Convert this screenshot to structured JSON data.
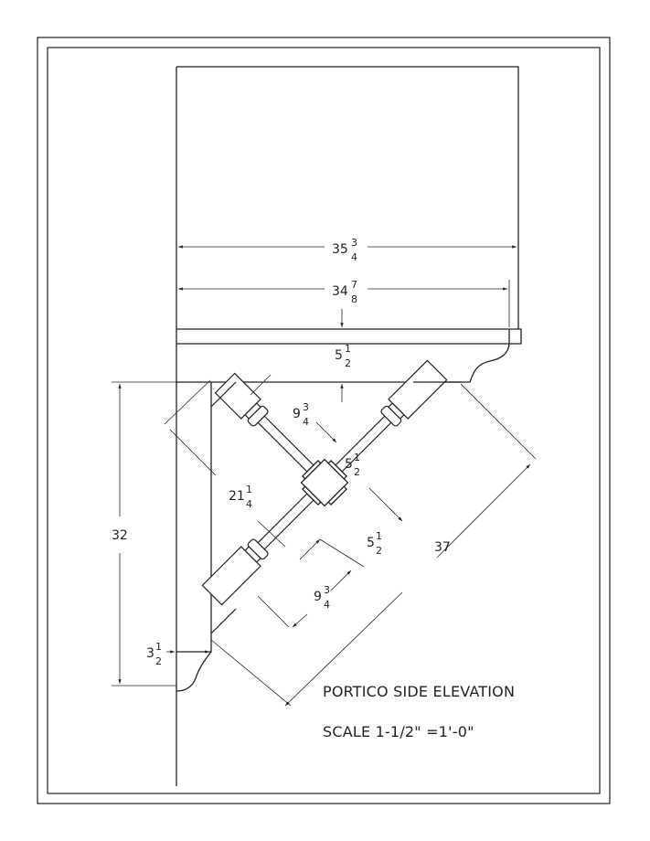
{
  "drawing": {
    "title": "PORTICO SIDE ELEVATION",
    "scale": "SCALE  1-1/2\" =1'-0\""
  },
  "dimensions": {
    "overall_width": {
      "whole": "35",
      "num": "3",
      "den": "4"
    },
    "roof_width": {
      "whole": "34",
      "num": "7",
      "den": "8"
    },
    "beam_depth": {
      "whole": "5",
      "num": "1",
      "den": "2"
    },
    "upper_offset": {
      "whole": "9",
      "num": "3",
      "den": "4"
    },
    "hub_upper": {
      "whole": "5",
      "num": "1",
      "den": "2"
    },
    "diag_offset": {
      "whole": "21",
      "num": "1",
      "den": "4"
    },
    "hub_lower": {
      "whole": "5",
      "num": "1",
      "den": "2"
    },
    "brace_length": {
      "whole": "37"
    },
    "lower_offset": {
      "whole": "9",
      "num": "3",
      "den": "4"
    },
    "height": {
      "whole": "32"
    },
    "wall_offset": {
      "whole": "3",
      "num": "1",
      "den": "2"
    }
  }
}
